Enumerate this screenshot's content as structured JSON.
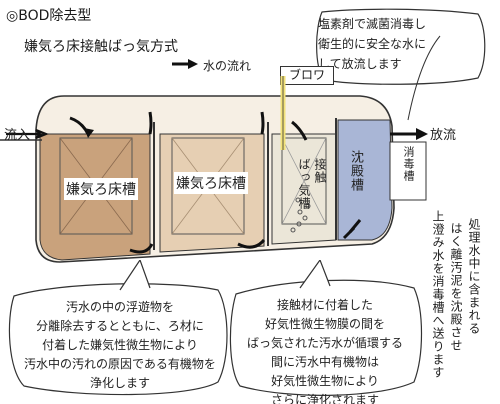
{
  "header": {
    "title_prefix": "◎BOD除去型",
    "subtitle": "嫌気ろ床接触ばっ気方式"
  },
  "legend": {
    "flow_label": "水の流れ"
  },
  "callouts": {
    "chlorine_note": "塩素剤で滅菌消毒し\n衛生的に安全な水に\nして放流します",
    "blower": "ブロワ",
    "inflow": "流入",
    "outflow": "放流",
    "disinfection_tank": "消毒槽",
    "right_note_col1": "処理水中に含まれる",
    "right_note_col2": "はく離汚泥を沈殿させ",
    "right_note_col3": "上澄み水を消毒槽へ送ります",
    "anaerobic_note": "汚水の中の浮遊物を\n分離除去するとともに、ろ材に\n付着した嫌気性微生物により\n汚水中の汚れの原因である有機物を\n浄化します",
    "aeration_note": "接触材に付着した\n好気性微生物膜の間を\nばっ気された汚水が循環する\n間に汚水中有機物は\n好気性微生物により\nさらに浄化されます"
  },
  "tanks": {
    "anaerobic_1": "嫌気ろ床槽",
    "anaerobic_2": "嫌気ろ床槽",
    "contact_1": "接触",
    "contact_2": "ばっ気槽",
    "sedimentation": "沈殿槽"
  },
  "colors": {
    "anaerobic_fill": "#c9a27c",
    "anaerobic2_fill": "#e6cfb3",
    "contact_fill": "#ebe6d8",
    "sediment_fill": "#a9b6d6",
    "blower_pipe": "#f2e27a",
    "outline": "#333333"
  }
}
